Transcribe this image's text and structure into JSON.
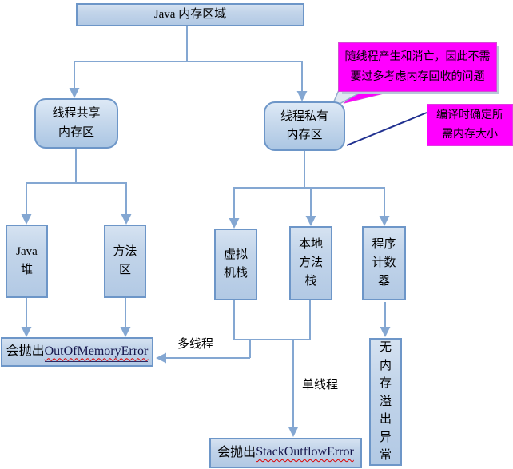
{
  "diagram": {
    "title": "Java 内存区域",
    "nodes": {
      "shared": {
        "lines": [
          "线程共享",
          "内存区"
        ]
      },
      "private": {
        "lines": [
          "线程私有",
          "内存区"
        ]
      },
      "heap": {
        "lines": [
          "Java",
          "堆"
        ]
      },
      "method_area": {
        "lines": [
          "方法",
          "区"
        ]
      },
      "vm_stack": {
        "lines": [
          "虚拟",
          "机栈"
        ]
      },
      "native_stack": {
        "lines": [
          "本地",
          "方法",
          "栈"
        ]
      },
      "pc_register": {
        "lines": [
          "程序",
          "计数",
          "器"
        ]
      },
      "oom": {
        "prefix": "会抛出 ",
        "error": "OutOfMemoryError"
      },
      "sof": {
        "prefix": "会抛出 ",
        "error": "StackOutflowError"
      },
      "no_overflow": {
        "text": "无内存溢出异常"
      }
    },
    "callouts": {
      "lifecycle": {
        "lines": [
          "随线程产生和消亡，因此不需",
          "要过多考虑内存回收的问题"
        ]
      },
      "compile": {
        "lines": [
          "编译时确定所",
          "需内存大小"
        ]
      }
    },
    "edge_labels": {
      "multi_thread": "多线程",
      "single_thread": "单线程"
    },
    "colors": {
      "connector_blue": "#84a7d2",
      "box_border": "#6d96c8",
      "box_fill": "#bdd2e9",
      "callout_magenta": "#ff00ff",
      "annotation_navy": "#203090",
      "spellcheck_red": "#dd0000"
    }
  }
}
